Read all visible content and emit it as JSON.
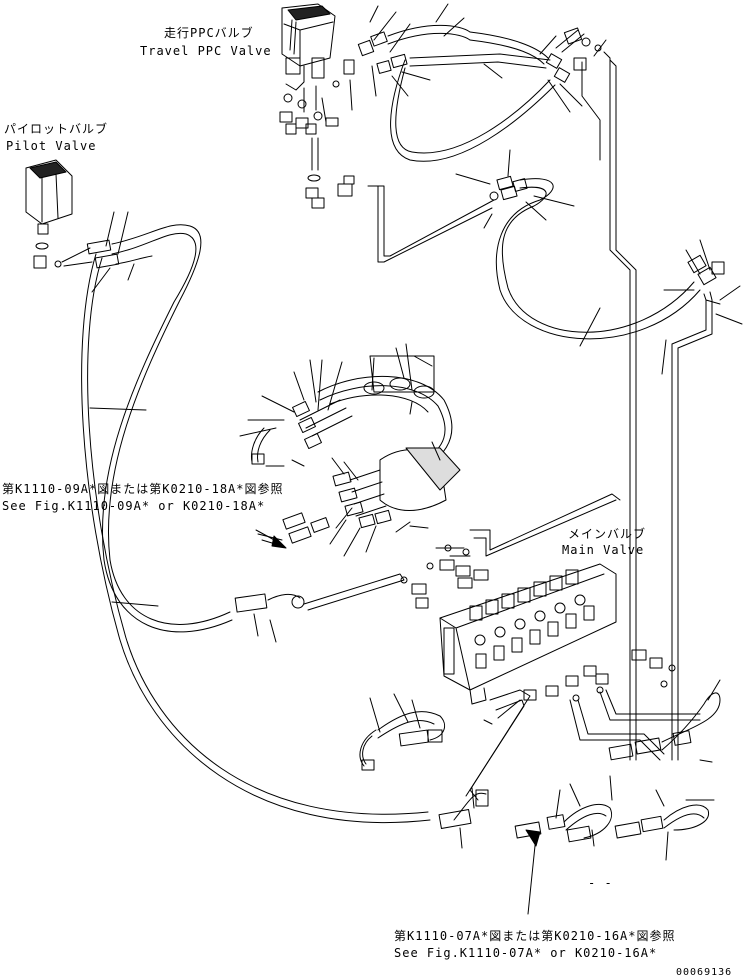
{
  "labels": {
    "travel_ppc_jp": "走行PPCバルブ",
    "travel_ppc_en": "Travel PPC Valve",
    "pilot_jp": "パイロットバルブ",
    "pilot_en": "Pilot Valve",
    "main_jp": "メインバルブ",
    "main_en": "Main Valve",
    "ref1_jp": "第K1110-09A*図または第K0210-18A*図参照",
    "ref1_en": "See Fig.K1110-09A* or K0210-18A*",
    "ref2_jp": "第K1110-07A*図または第K0210-16A*図参照",
    "ref2_en": "See Fig.K1110-07A* or K0210-16A*",
    "drawing_number": "00069136",
    "stray_mark": "- -"
  },
  "colors": {
    "line": "#000000",
    "paper": "#ffffff"
  }
}
